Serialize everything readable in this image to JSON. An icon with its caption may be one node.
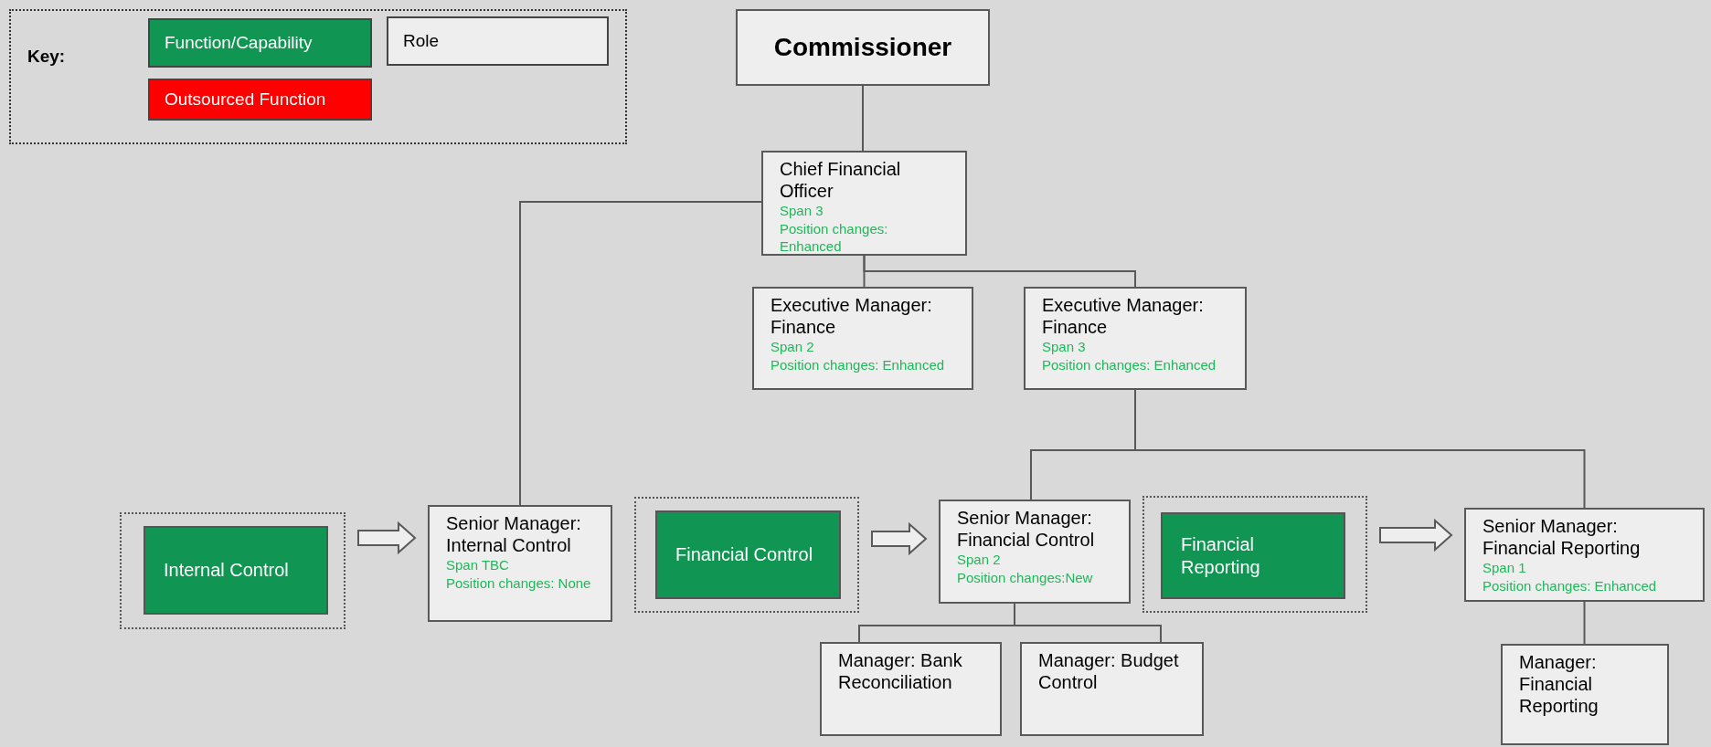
{
  "diagram": {
    "nodes": [
      {
        "text": [
          "Commissioner"
        ]
      },
      {
        "text": [
          "Chief Financial Officer",
          "Span 3",
          "Position changes: Enhanced"
        ]
      },
      {
        "text": [
          "Executive Manager: Finance",
          "Span 2",
          "Position changes: Enhanced"
        ]
      },
      {
        "text": [
          "Executive Manager: Finance",
          "Span 3",
          "Position changes: Enhanced"
        ]
      },
      {
        "text": [],
        "shape": "box"
      },
      {
        "text": [
          "Internal Control"
        ],
        "in": 4
      },
      {
        "text": [
          "Senior Manager: Internal Control",
          "Span TBC",
          "Position changes: None"
        ]
      },
      {
        "text": [],
        "shape": "box"
      },
      {
        "text": [
          "Financial Control"
        ],
        "in": 7
      },
      {
        "text": [
          "Senior Manager: Financial Control",
          "Span 2",
          "Position changes:New"
        ]
      },
      {
        "text": [],
        "shape": "box"
      },
      {
        "text": [
          "Financial Reporting"
        ],
        "in": 10
      },
      {
        "text": [
          "Senior Manager: Financial Reporting",
          "Span 1",
          "Position changes: Enhanced"
        ]
      },
      {
        "text": [
          "Manager: Bank Reconciliation"
        ]
      },
      {
        "text": [
          "Manager: Budget Control"
        ]
      },
      {
        "text": [
          "Manager: Financial Reporting"
        ]
      }
    ],
    "edges": [
      {
        "from": 0,
        "to": 1,
        "arrow": "none"
      },
      {
        "from": 1,
        "to": 6,
        "arrow": "none"
      },
      {
        "from": 1,
        "to": 2,
        "arrow": "none"
      },
      {
        "from": 1,
        "to": 3,
        "arrow": "none"
      },
      {
        "from": 3,
        "to": 9,
        "arrow": "none"
      },
      {
        "from": 3,
        "to": 12,
        "arrow": "none"
      },
      {
        "from": 9,
        "to": 13,
        "arrow": "none"
      },
      {
        "from": 9,
        "to": 14,
        "arrow": "none"
      },
      {
        "from": 12,
        "to": 15,
        "arrow": "none"
      },
      {
        "from": 4,
        "to": 6,
        "arrow": "to",
        "style": "thick"
      },
      {
        "from": 7,
        "to": 9,
        "arrow": "to",
        "style": "thick"
      },
      {
        "from": 10,
        "to": 12,
        "arrow": "to",
        "style": "thick"
      }
    ],
    "labels": [
      "Key:"
    ],
    "legend": [
      {
        "text": "Function/Capability",
        "color": "#109552"
      },
      {
        "text": "Role",
        "color": "#eeeeee"
      },
      {
        "text": "Outsourced Function",
        "color": "#ff0000"
      }
    ]
  }
}
